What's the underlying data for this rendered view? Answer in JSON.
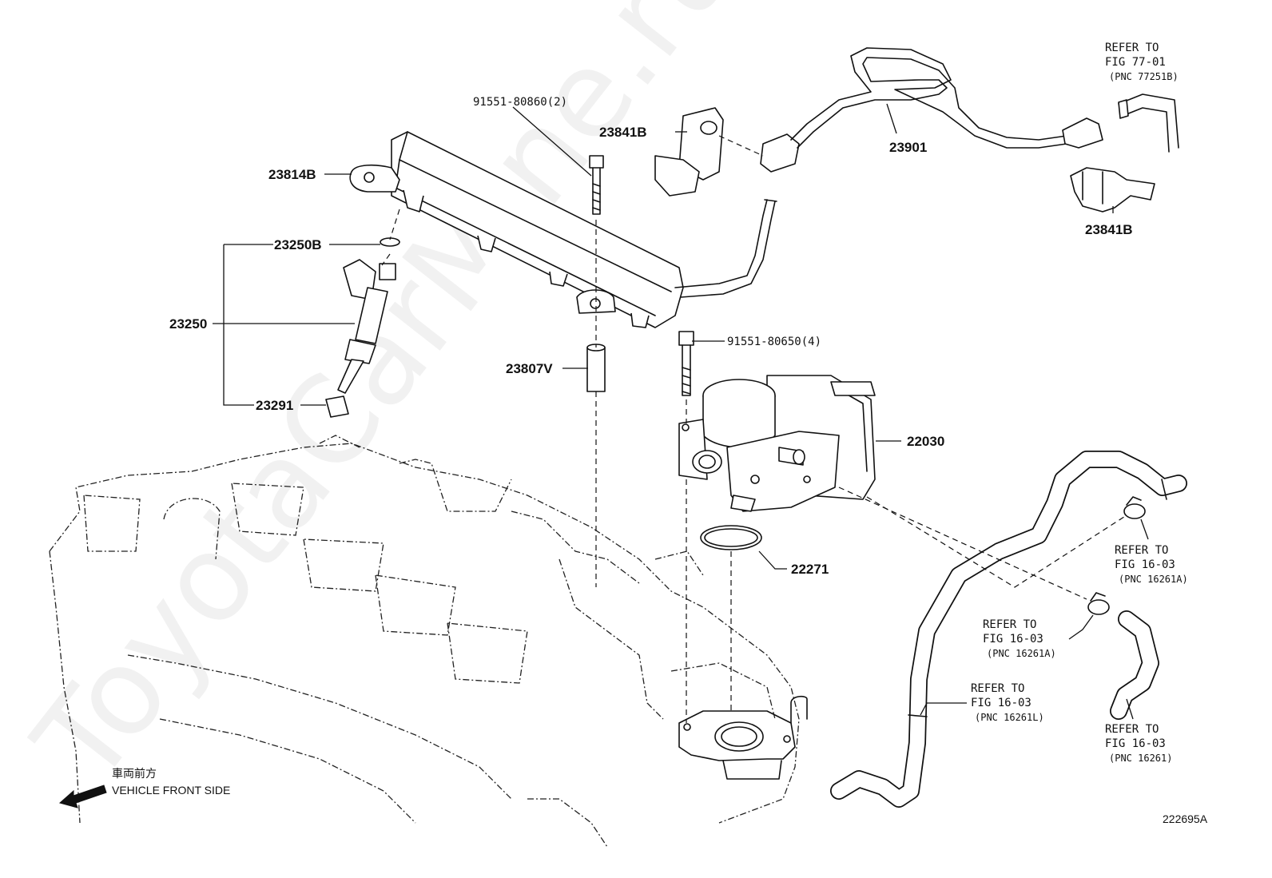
{
  "watermark": "ToyotaCarMine.ru",
  "diagram_id": "222695A",
  "front_side": {
    "jp": "車両前方",
    "en": "VEHICLE FRONT SIDE"
  },
  "parts": {
    "p23814B": "23814B",
    "p23250B": "23250B",
    "p23250": "23250",
    "p23291": "23291",
    "p23807V": "23807V",
    "p91551_2": "91551-80860(2)",
    "p91551_4": "91551-80650(4)",
    "p23841B_top": "23841B",
    "p23841B_right": "23841B",
    "p23901": "23901",
    "p22030": "22030",
    "p22271": "22271"
  },
  "refs": [
    {
      "line1": "REFER TO",
      "line2": "FIG 77-01",
      "line3": "(PNC 77251B)"
    },
    {
      "line1": "REFER TO",
      "line2": "FIG 16-03",
      "line3": "(PNC 16261A)"
    },
    {
      "line1": "REFER TO",
      "line2": "FIG 16-03",
      "line3": "(PNC 16261A)"
    },
    {
      "line1": "REFER TO",
      "line2": "FIG 16-03",
      "line3": "(PNC 16261L)"
    },
    {
      "line1": "REFER TO",
      "line2": "FIG 16-03",
      "line3": "(PNC 16261)"
    }
  ]
}
